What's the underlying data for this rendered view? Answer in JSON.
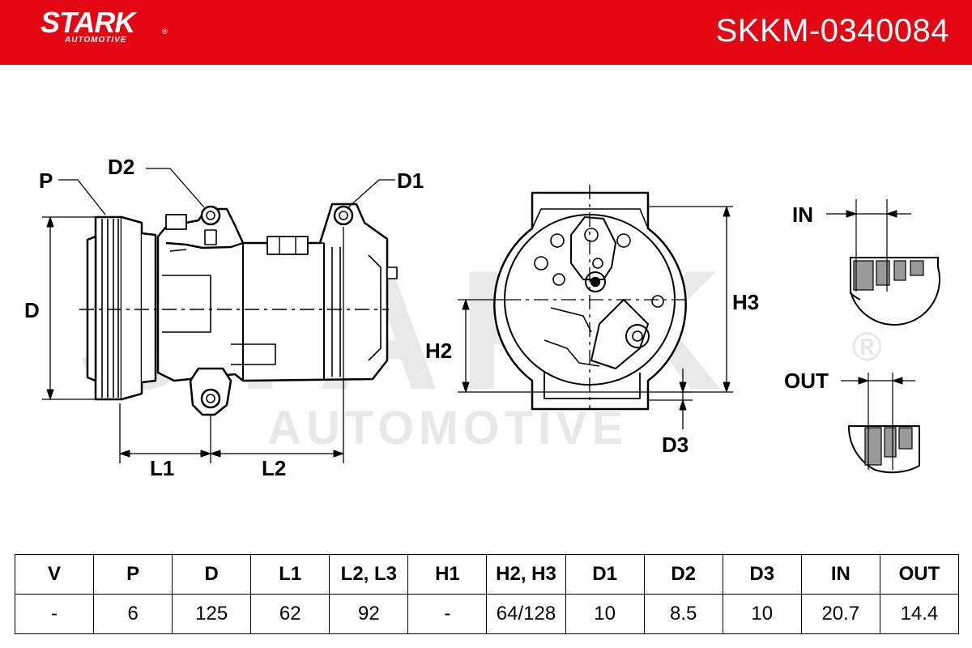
{
  "header": {
    "brand_name": "STARK",
    "brand_sub": "AUTOMOTIVE",
    "registered": "®",
    "part_number": "SKKM-0340084",
    "color": "#e30613"
  },
  "watermark": {
    "word": "STARK",
    "sub": "AUTOMOTIVE",
    "registered": "®"
  },
  "diagram": {
    "labels": {
      "p": "P",
      "d2": "D2",
      "d1": "D1",
      "d": "D",
      "l1": "L1",
      "l2": "L2",
      "h2": "H2",
      "h3": "H3",
      "d3": "D3",
      "in": "IN",
      "out": "OUT"
    }
  },
  "table": {
    "headers": [
      "V",
      "P",
      "D",
      "L1",
      "L2, L3",
      "H1",
      "H2, H3",
      "D1",
      "D2",
      "D3",
      "IN",
      "OUT"
    ],
    "values": [
      "-",
      "6",
      "125",
      "62",
      "92",
      "-",
      "64/128",
      "10",
      "8.5",
      "10",
      "20.7",
      "14.4"
    ]
  }
}
